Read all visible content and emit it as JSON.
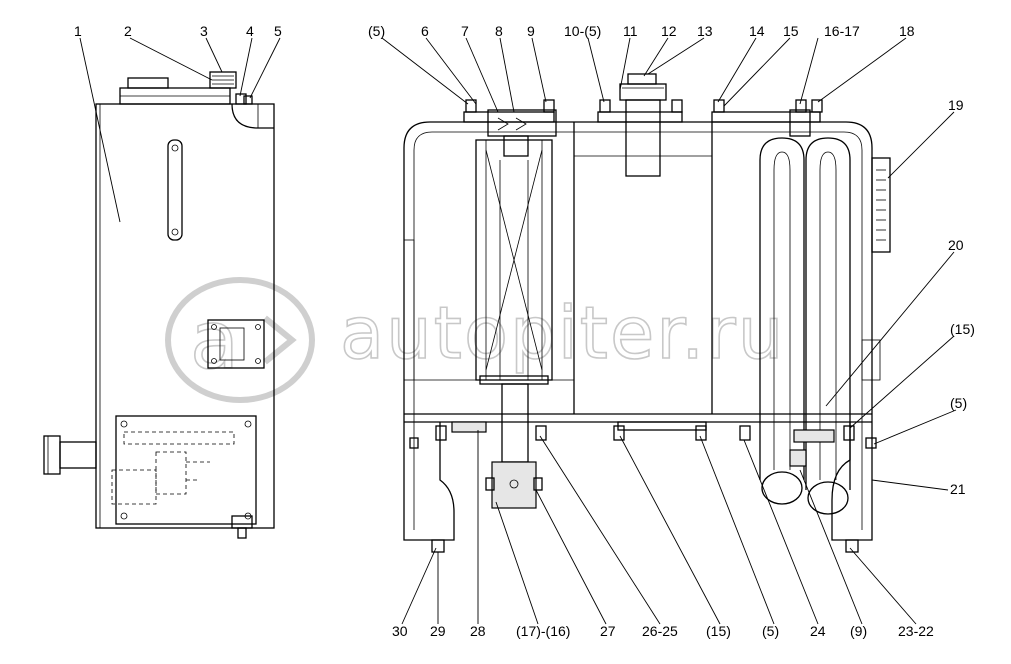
{
  "watermark": {
    "text": "autopiter.ru",
    "logo_glyph": "a"
  },
  "callouts_top": [
    "1",
    "2",
    "3",
    "4",
    "5",
    "(5)",
    "6",
    "7",
    "8",
    "9",
    "10-(5)",
    "11",
    "12",
    "13",
    "14",
    "15",
    "16-17",
    "18"
  ],
  "callouts_right": [
    "19",
    "20",
    "(15)",
    "(5)",
    "21"
  ],
  "callouts_bottom": [
    "30",
    "29",
    "28",
    "(17)-(16)",
    "27",
    "26-25",
    "(15)",
    "(5)",
    "24",
    "(9)",
    "23-22"
  ]
}
